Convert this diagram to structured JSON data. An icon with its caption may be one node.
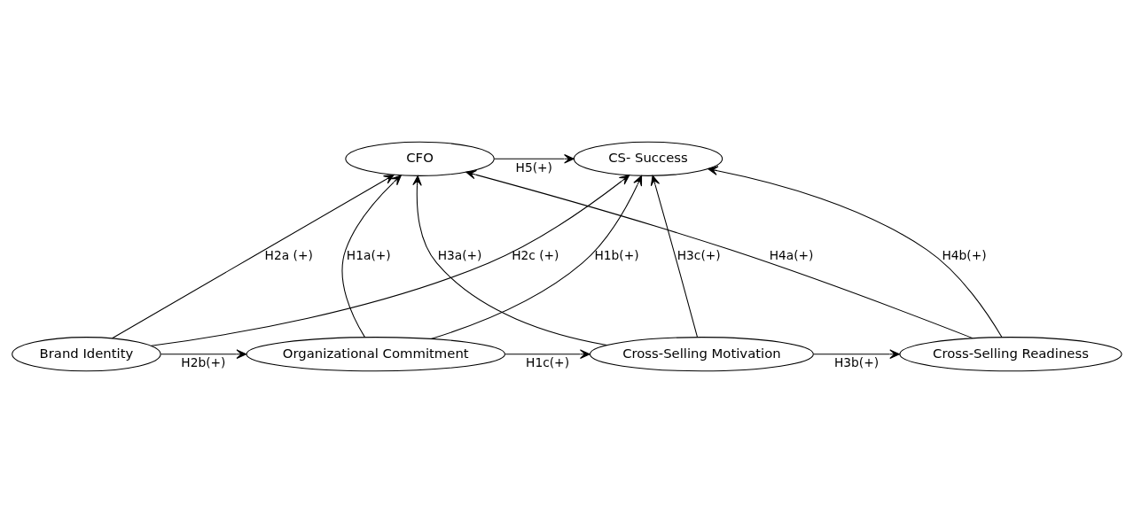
{
  "diagram": {
    "nodes": [
      {
        "text": [
          "CFO"
        ]
      },
      {
        "text": [
          "CS- Success"
        ]
      },
      {
        "text": [
          "Brand Identity"
        ]
      },
      {
        "text": [
          "Organizational Commitment"
        ]
      },
      {
        "text": [
          "Cross-Selling Motivation"
        ]
      },
      {
        "text": [
          "Cross-Selling Readiness"
        ]
      }
    ],
    "edges": [
      {
        "from": 0,
        "to": 1,
        "arrow": "to",
        "label": "H5(+)"
      },
      {
        "from": 2,
        "to": 0,
        "arrow": "to",
        "label": "H2a (+)"
      },
      {
        "from": 3,
        "to": 0,
        "arrow": "to",
        "label": "H1a(+)"
      },
      {
        "from": 4,
        "to": 0,
        "arrow": "to",
        "label": "H3a(+)"
      },
      {
        "from": 5,
        "to": 0,
        "arrow": "to",
        "label": "H4a(+)"
      },
      {
        "from": 2,
        "to": 1,
        "arrow": "to",
        "label": "H2c (+)"
      },
      {
        "from": 3,
        "to": 1,
        "arrow": "to",
        "label": "H1b(+)"
      },
      {
        "from": 4,
        "to": 1,
        "arrow": "to",
        "label": "H3c(+)"
      },
      {
        "from": 5,
        "to": 1,
        "arrow": "to",
        "label": "H4b(+)"
      },
      {
        "from": 2,
        "to": 3,
        "arrow": "to",
        "label": "H2b(+)"
      },
      {
        "from": 3,
        "to": 4,
        "arrow": "to",
        "label": "H1c(+)"
      },
      {
        "from": 4,
        "to": 5,
        "arrow": "to",
        "label": "H3b(+)"
      }
    ]
  }
}
